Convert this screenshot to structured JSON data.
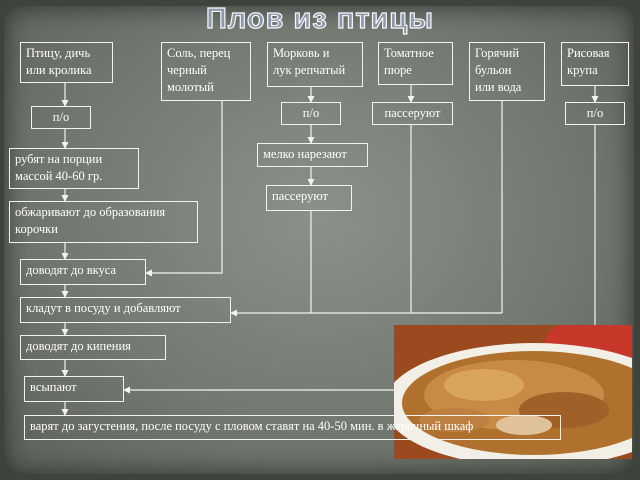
{
  "title": "Плов из птицы",
  "ingredients": {
    "poultry": "Птицу, дичь\nили кролика",
    "spices": "Соль, перец\nчерный\nмолотый",
    "carrot": "Морковь и\nлук репчатый",
    "tomato": "Томатное\nпюре",
    "broth": "Горячий\nбульон\nили вода",
    "rice": "Рисовая\nкрупа"
  },
  "steps": {
    "po_poultry": "п/о",
    "cut": "рубят на порции\nмассой 40-60 гр.",
    "fry": "обжаривают до образования\nкорочки",
    "po_carrot": "п/о",
    "chop": "мелко нарезают",
    "saute_veg": "пассеруют",
    "saute_tomato": "пассеруют",
    "po_rice": "п/о",
    "season": "доводят до вкуса",
    "combine": "кладут в посуду и добавляют",
    "boil": "доводят до кипения",
    "add_rice": "всыпают",
    "finish": "варят до загустения, после посуду с пловом ставят на 40-50 мин. в жарочный шкаф"
  },
  "colors": {
    "line": "#f2f2f2",
    "title_fill": "#8f98a8",
    "board": "#737a72"
  }
}
